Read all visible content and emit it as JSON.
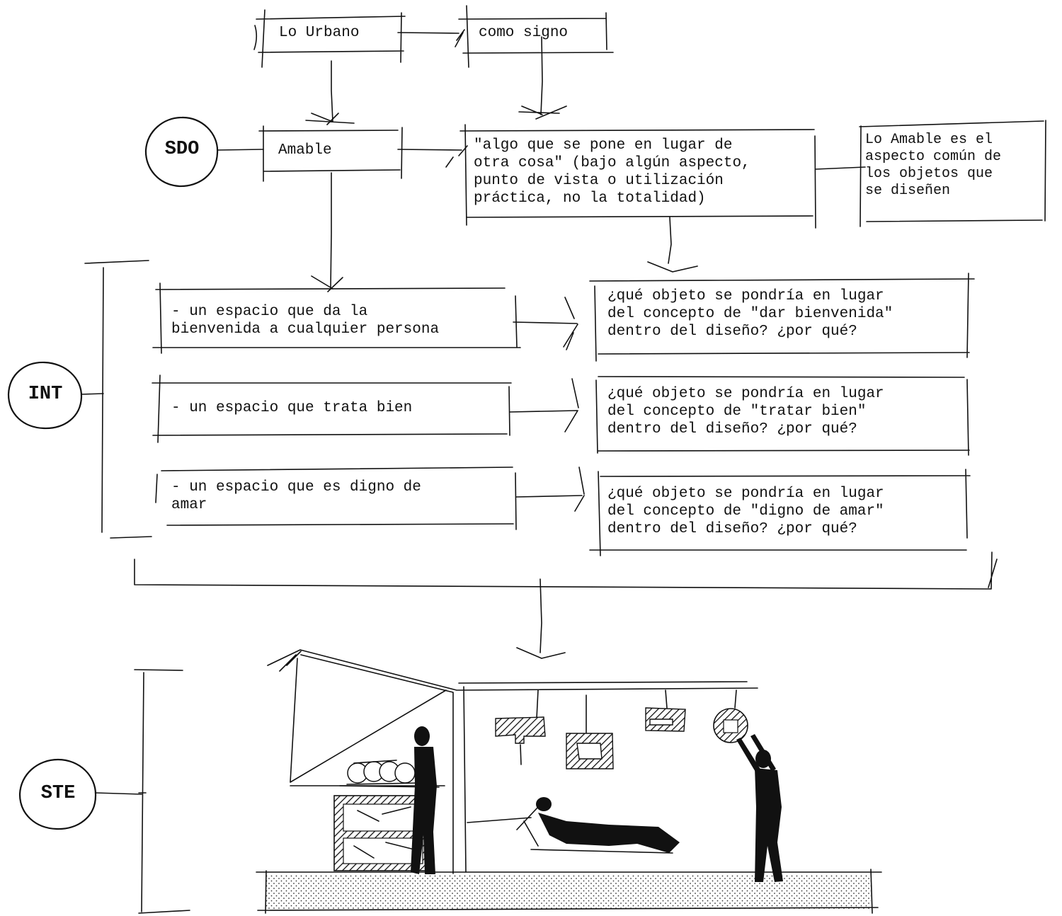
{
  "top": {
    "urbano": "Lo Urbano",
    "signo": "como signo"
  },
  "sdo": {
    "label": "SDO",
    "amable": "Amable",
    "definicion": "\"algo que se pone en lugar de\notra cosa\" (bajo algún aspecto,\npunto de vista o utilización\npráctica, no la totalidad)",
    "nota": "Lo Amable es el\naspecto común de\nlos objetos que\nse diseñen"
  },
  "int": {
    "label": "INT",
    "espacios": [
      "- un espacio que da la\nbienvenida a cualquier persona",
      "- un espacio que trata bien",
      "- un espacio que es digno de\namar"
    ],
    "preguntas": [
      "¿qué objeto se pondría en lugar\ndel concepto de \"dar bienvenida\"\ndentro del diseño? ¿por qué?",
      "¿qué objeto se pondría en lugar\ndel concepto de \"tratar bien\"\ndentro del diseño? ¿por qué?",
      "¿qué objeto se pondría en lugar\ndel concepto de \"digno de amar\"\ndentro del diseño? ¿por qué?"
    ]
  },
  "ste": {
    "label": "STE"
  }
}
